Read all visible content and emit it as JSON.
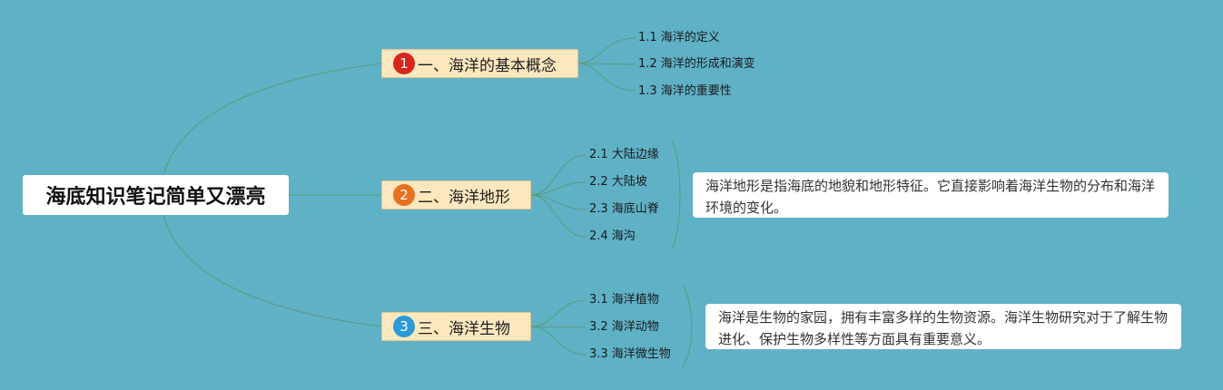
{
  "root": {
    "title": "海底知识笔记简单又漂亮"
  },
  "branches": [
    {
      "number": "1",
      "label": "一、海洋的基本概念",
      "badge_color": "#d9251c",
      "children": [
        "1.1 海洋的定义",
        "1.2 海洋的形成和演变",
        "1.3 海洋的重要性"
      ]
    },
    {
      "number": "2",
      "label": "二、海洋地形",
      "badge_color": "#e8711f",
      "children": [
        "2.1 大陆边缘",
        "2.2 大陆坡",
        "2.3 海底山脊",
        "2.4 海沟"
      ],
      "note": "海洋地形是指海底的地貌和地形特征。它直接影响着海洋生物的分布和海洋环境的变化。"
    },
    {
      "number": "3",
      "label": "三、海洋生物",
      "badge_color": "#2b9ad6",
      "children": [
        "3.1 海洋植物",
        "3.2 海洋动物",
        "3.3 海洋微生物"
      ],
      "note": "海洋是生物的家园，拥有丰富多样的生物资源。海洋生物研究对于了解生物进化、保护生物多样性等方面具有重要意义。"
    }
  ],
  "colors": {
    "background": "#5fb1c6",
    "connector": "#5a9b7a",
    "branch_fill": "#fde7bf"
  }
}
